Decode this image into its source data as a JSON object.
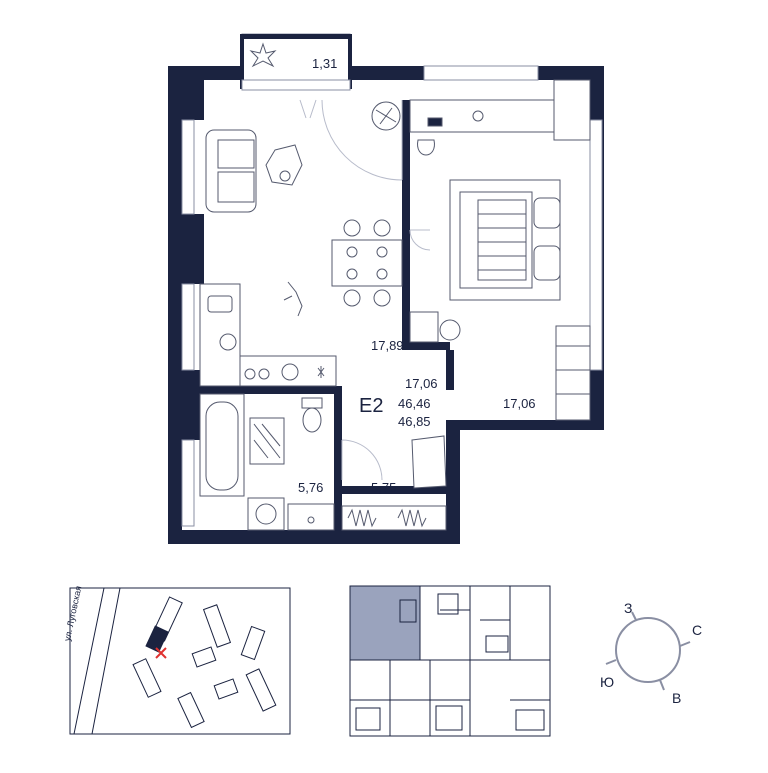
{
  "apartment": {
    "code": "E2",
    "living_area": "17,06",
    "total_area": "46,46",
    "total_area_with_balcony": "46,85"
  },
  "rooms": {
    "balcony": "1,31",
    "kitchen_living": "17,89",
    "bedroom": "17,06",
    "bathroom": "5,76",
    "hallway": "5,75"
  },
  "site_map": {
    "street": "ул. Луговская"
  },
  "compass": {
    "west": "З",
    "north": "С",
    "south": "Ю",
    "east": "В"
  },
  "colors": {
    "wall": "#1b2340",
    "line": "#8a8fa3",
    "highlight": "#9aa3bd",
    "marker": "#e0312f"
  }
}
